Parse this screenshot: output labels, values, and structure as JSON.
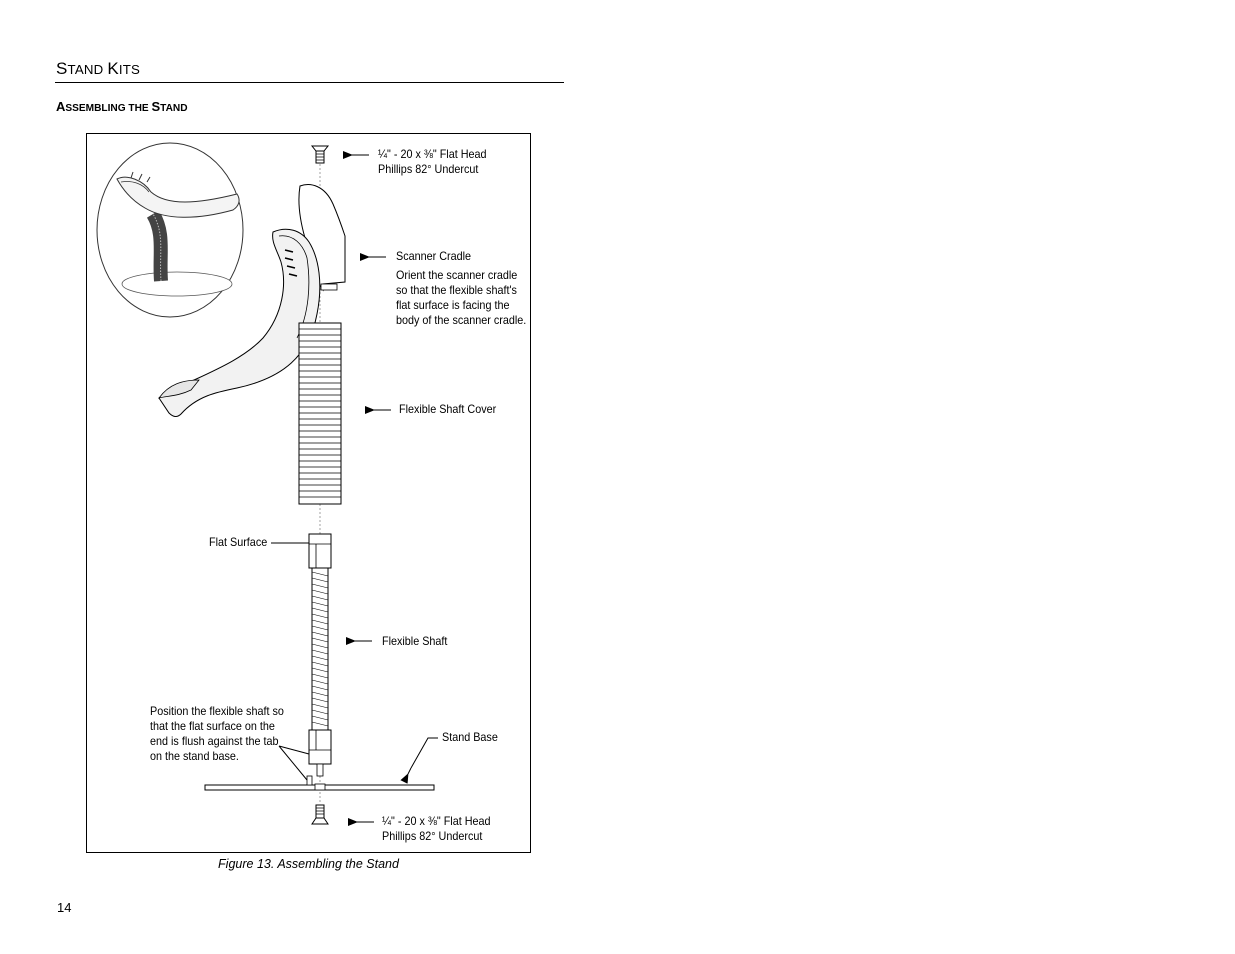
{
  "section": {
    "title_first_cap": "S",
    "title_first_rest": "TAND ",
    "title_second_cap": "K",
    "title_second_rest": "ITS"
  },
  "subsection": {
    "first_cap": "A",
    "first_rest": "SSEMBLING THE ",
    "second_cap": "S",
    "second_rest": "TAND"
  },
  "figure": {
    "callouts": {
      "top_screw_line1": "¼\" - 20 x ⅜\" Flat Head",
      "top_screw_line2": "Phillips 82° Undercut",
      "scanner_cradle": "Scanner Cradle",
      "orient_line1": "Orient the scanner cradle",
      "orient_line2": "so that the flexible shaft's",
      "orient_line3": "flat surface is facing the",
      "orient_line4": "body of the scanner cradle.",
      "flexible_shaft_cover": "Flexible Shaft Cover",
      "flat_surface": "Flat Surface",
      "flexible_shaft": "Flexible Shaft",
      "position_line1": "Position the flexible shaft so",
      "position_line2": "that the flat surface on the",
      "position_line3": "end is flush against the tab",
      "position_line4": "on the stand base.",
      "stand_base": "Stand Base",
      "bottom_screw_line1": "¼\" - 20 x ⅜\" Flat Head",
      "bottom_screw_line2": "Phillips 82° Undercut"
    },
    "caption": "Figure 13. Assembling the Stand"
  },
  "page_number": "14"
}
